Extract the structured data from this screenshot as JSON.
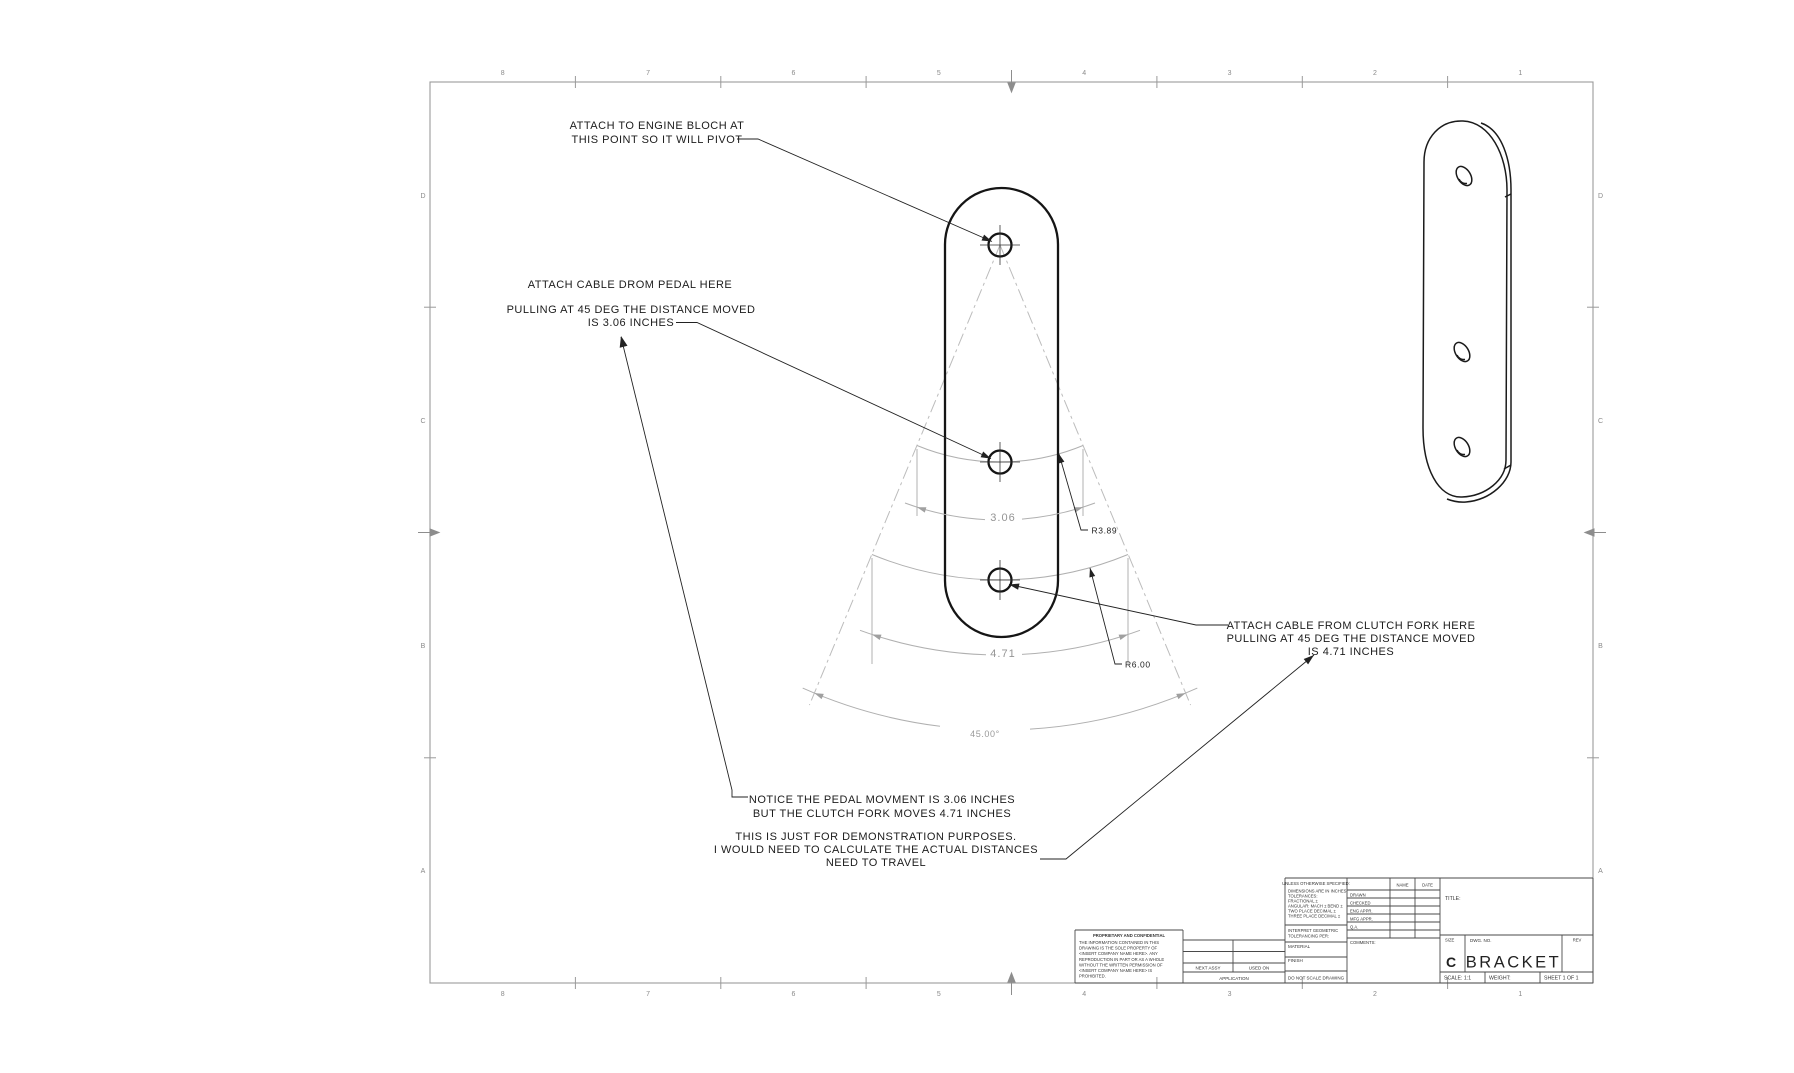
{
  "sheet": {
    "zone_numbers": [
      "8",
      "7",
      "6",
      "5",
      "4",
      "3",
      "2",
      "1"
    ],
    "zone_letters": [
      "D",
      "C",
      "B",
      "A"
    ]
  },
  "annotations": {
    "engine_block": [
      "ATTACH TO ENGINE BLOCH AT",
      "THIS POINT SO IT WILL PIVOT"
    ],
    "pedal": [
      "ATTACH CABLE DROM PEDAL HERE",
      "PULLING AT 45 DEG THE DISTANCE MOVED",
      "IS 3.06 INCHES"
    ],
    "clutch": [
      "ATTACH CABLE FROM CLUTCH FORK HERE",
      "PULLING AT 45 DEG THE DISTANCE MOVED",
      "IS 4.71 INCHES"
    ],
    "notice": [
      "NOTICE THE PEDAL MOVMENT IS 3.06 INCHES",
      "BUT THE CLUTCH FORK MOVES 4.71 INCHES"
    ],
    "demo": [
      "THIS IS JUST FOR DEMONSTRATION PURPOSES.",
      "I WOULD NEED TO CALCULATE THE ACTUAL DISTANCES",
      "NEED TO TRAVEL"
    ]
  },
  "dimensions": {
    "arc_small": "3.06",
    "arc_large": "4.71",
    "radius_small": "R3.89",
    "radius_large": "R6.00",
    "angle": "45.00°"
  },
  "title_block": {
    "proprietary": {
      "heading": "PROPRIETARY AND CONFIDENTIAL",
      "lines": [
        "THE INFORMATION CONTAINED IN THIS",
        "DRAWING IS THE SOLE PROPERTY OF",
        "<INSERT COMPANY NAME HERE>. ANY",
        "REPRODUCTION IN PART OR AS A WHOLE",
        "WITHOUT THE WRITTEN PERMISSION OF",
        "<INSERT COMPANY NAME HERE> IS",
        "PROHIBITED."
      ]
    },
    "application": {
      "next_assy": "NEXT ASSY",
      "used_on": "USED ON",
      "caption": "APPLICATION"
    },
    "tolerances": {
      "heading": "UNLESS OTHERWISE SPECIFIED:",
      "lines": [
        "DIMENSIONS ARE IN INCHES",
        "TOLERANCES:",
        "FRACTIONAL ±",
        "ANGULAR: MACH ±  BEND ±",
        "TWO PLACE DECIMAL    ±",
        "THREE PLACE DECIMAL  ±"
      ],
      "interpret_1": "INTERPRET GEOMETRIC",
      "interpret_2": "TOLERANCING PER:",
      "material_label": "MATERIAL",
      "finish_label": "FINISH",
      "do_not_scale": "DO NOT SCALE DRAWING"
    },
    "approvals": {
      "name_header": "NAME",
      "date_header": "DATE",
      "rows": [
        "DRAWN",
        "CHECKED",
        "ENG APPR.",
        "MFG APPR.",
        "Q.A.",
        "COMMENTS:"
      ]
    },
    "title_label": "TITLE:",
    "size_label": "SIZE",
    "size_value": "C",
    "dwg_label": "DWG. NO.",
    "dwg_value": "BRACKET",
    "rev_label": "REV",
    "scale_label": "SCALE: 1:1",
    "weight_label": "WEIGHT:",
    "sheet_label": "SHEET 1 OF 1"
  }
}
